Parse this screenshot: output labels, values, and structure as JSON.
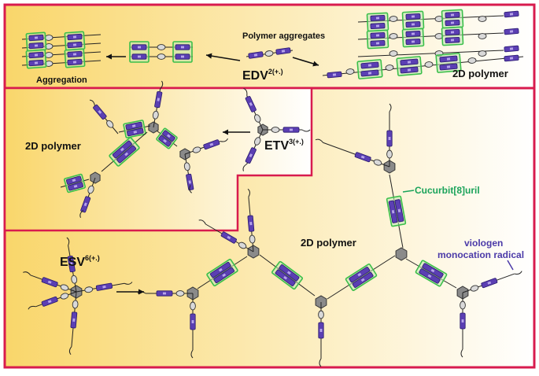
{
  "labels": {
    "polymer_aggregates": "Polymer aggregates",
    "aggregation": "Aggregation",
    "edv_base": "EDV",
    "edv_sup": "2(+.)",
    "two_d_polymer_top": "2D polymer",
    "two_d_polymer_mid": "2D polymer",
    "etv_base": "ETV",
    "etv_sup": "3(+.)",
    "esv_base": "ESV",
    "esv_sup": "6(+.)",
    "two_d_polymer_bottom": "2D polymer",
    "cucurbituril": "Cucurbit[8]uril",
    "viologen_line1": "viologen",
    "viologen_line2": "monocation radical"
  },
  "colors": {
    "frame": "#d81b4e",
    "gradient_start": "#f9d66a",
    "gradient_end": "#ffffff",
    "viologen": "#5b3fb3",
    "viologen_light": "#b7a5ea",
    "cucurbituril": "#3bbf4a",
    "cucurbituril_fill": "#bde8b4",
    "core": "#8a8a8a",
    "cucurbituril_label": "#1aa35a",
    "viologen_label": "#4b3aa8"
  }
}
